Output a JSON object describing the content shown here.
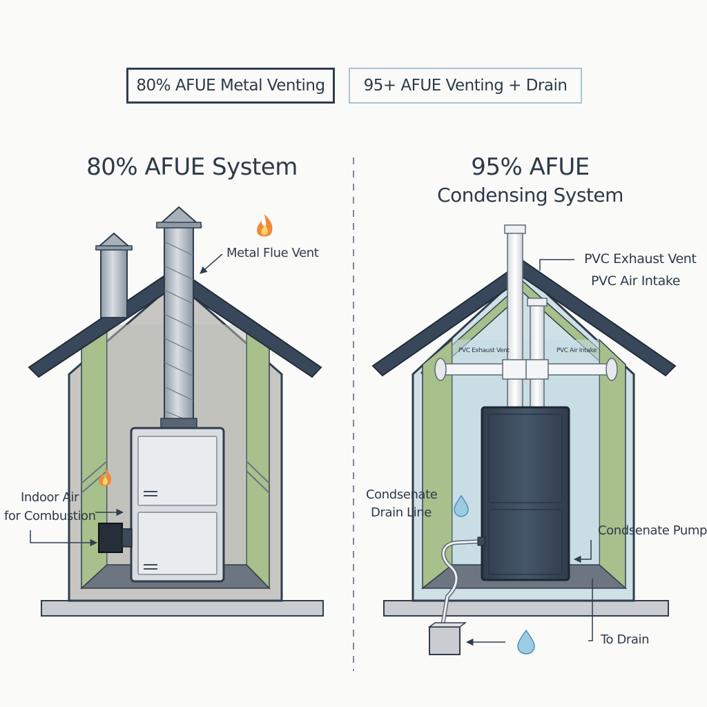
{
  "tabs": [
    {
      "label": "80% AFUE Metal Venting",
      "active": true
    },
    {
      "label": "95+ AFUE Venting + Drain",
      "active": false
    }
  ],
  "left": {
    "title": "80% AFUE System",
    "labels": {
      "flue": "Metal Flue Vent",
      "indoor_air_line1": "Indoor Air",
      "indoor_air_line2": "for Combustion"
    }
  },
  "right": {
    "title_line1": "95% AFUE",
    "title_line2": "Condensing System",
    "labels": {
      "exhaust": "PVC Exhaust Vent",
      "intake": "PVC Air Intake",
      "inner_exhaust": "PVC Exhaust Vent",
      "inner_intake": "PVC Air Intake",
      "drain_line1": "Condsenate",
      "drain_line2": "Drain Line",
      "pump": "Condsenate Pump",
      "to_drain": "To Drain"
    }
  },
  "colors": {
    "outline": "#2f3d4c",
    "roof": "#38485a",
    "insulation": "#a7c08c",
    "wall_left": "#c7c6c2",
    "wall_right": "#cfe0e6",
    "furnace_left": "#d9dde2",
    "furnace_right": "#3d4d60",
    "flame": "#f08a3a",
    "water": "#7fb8d6"
  },
  "icons": [
    "flame-icon",
    "water-drop-icon"
  ]
}
